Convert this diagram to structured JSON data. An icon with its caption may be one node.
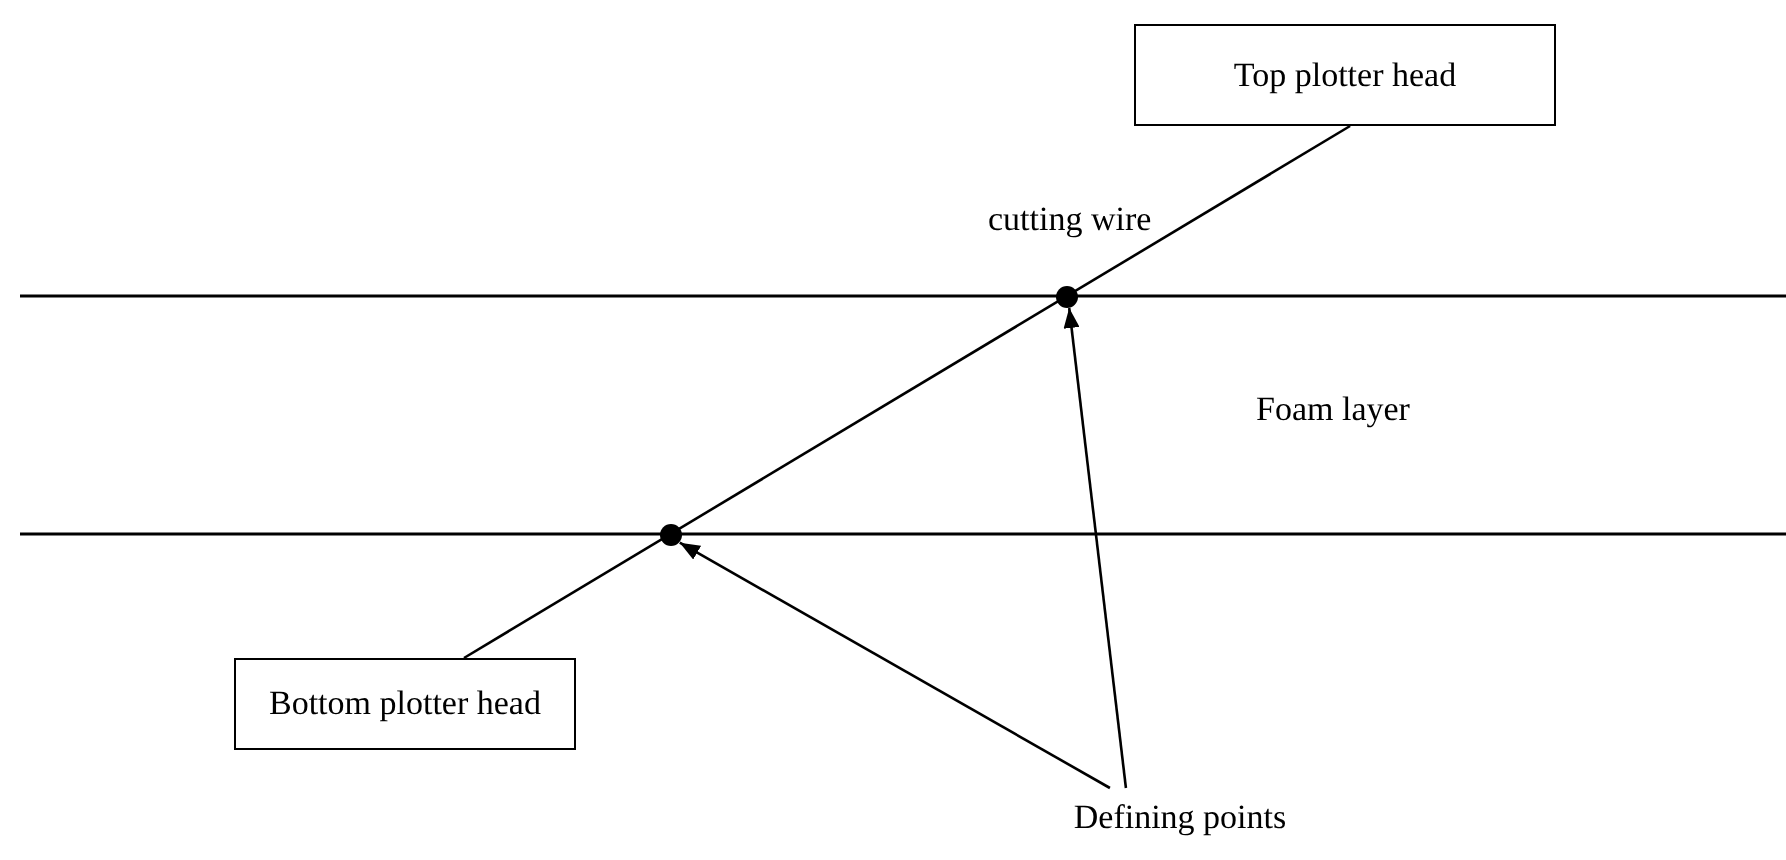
{
  "diagram": {
    "nodes": [
      {
        "text": [
          "Top plotter head"
        ]
      },
      {
        "text": [],
        "shape": "circle"
      },
      {
        "text": [],
        "shape": "circle"
      },
      {
        "text": [
          "Bottom plotter head"
        ]
      },
      {
        "text": [
          "Defining points"
        ]
      }
    ],
    "edges": [
      {
        "from": 3,
        "to": 0,
        "arrow": "none",
        "label": "cutting wire"
      },
      {
        "from": 4,
        "to": 1,
        "arrow": "to"
      },
      {
        "from": 4,
        "to": 2,
        "arrow": "to"
      }
    ],
    "labels": [
      "Foam layer"
    ]
  }
}
